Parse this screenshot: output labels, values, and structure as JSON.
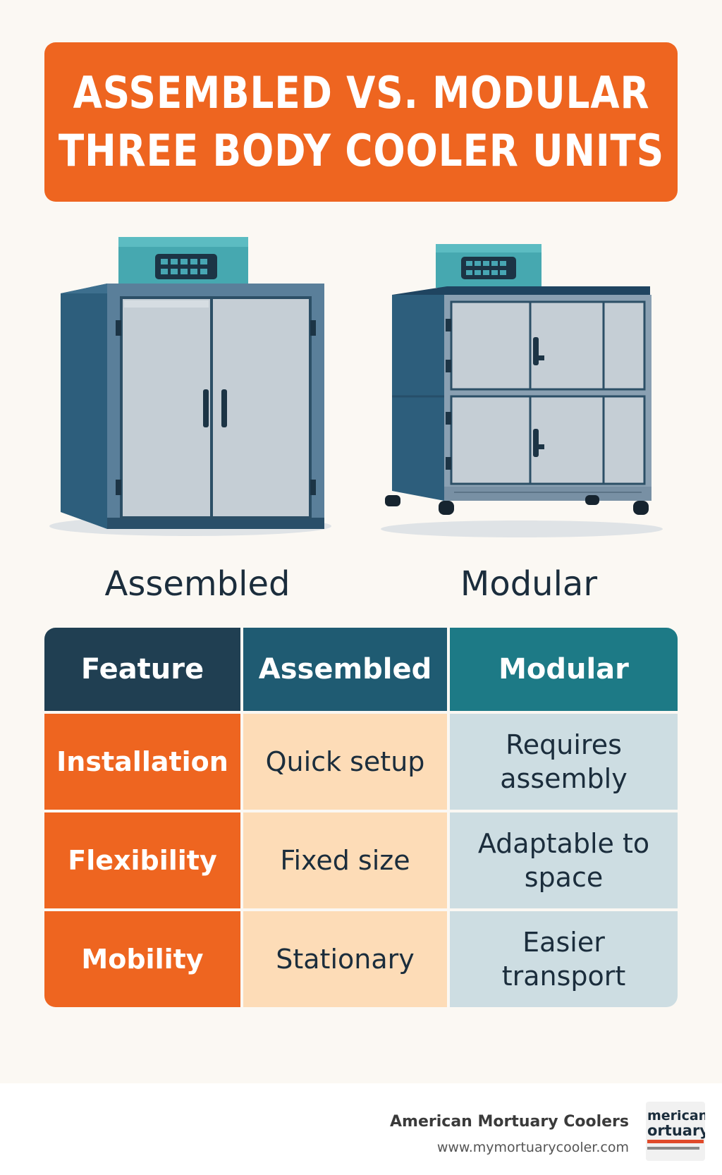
{
  "title": {
    "line1": "ASSEMBLED VS. MODULAR",
    "line2": "THREE BODY COOLER UNITS"
  },
  "units": {
    "assembled_caption": "Assembled",
    "modular_caption": "Modular"
  },
  "table": {
    "headers": [
      "Feature",
      "Assembled",
      "Modular"
    ],
    "rows": [
      {
        "feature": "Installation",
        "assembled": "Quick setup",
        "modular": "Requires assembly"
      },
      {
        "feature": "Flexibility",
        "assembled": "Fixed size",
        "modular": "Adaptable to space"
      },
      {
        "feature": "Mobility",
        "assembled": "Stationary",
        "modular": "Easier transport"
      }
    ]
  },
  "footer": {
    "brand": "American Mortuary Coolers",
    "url": "www.mymortuarycooler.com",
    "logo_text": "merican ortuary"
  },
  "colors": {
    "accent_orange": "#ee6520",
    "header_dark": "#203f52",
    "header_mid": "#1f5b72",
    "header_teal": "#1d7a86",
    "assembled_fill": "#fddcb7",
    "modular_fill": "#cddde2"
  }
}
